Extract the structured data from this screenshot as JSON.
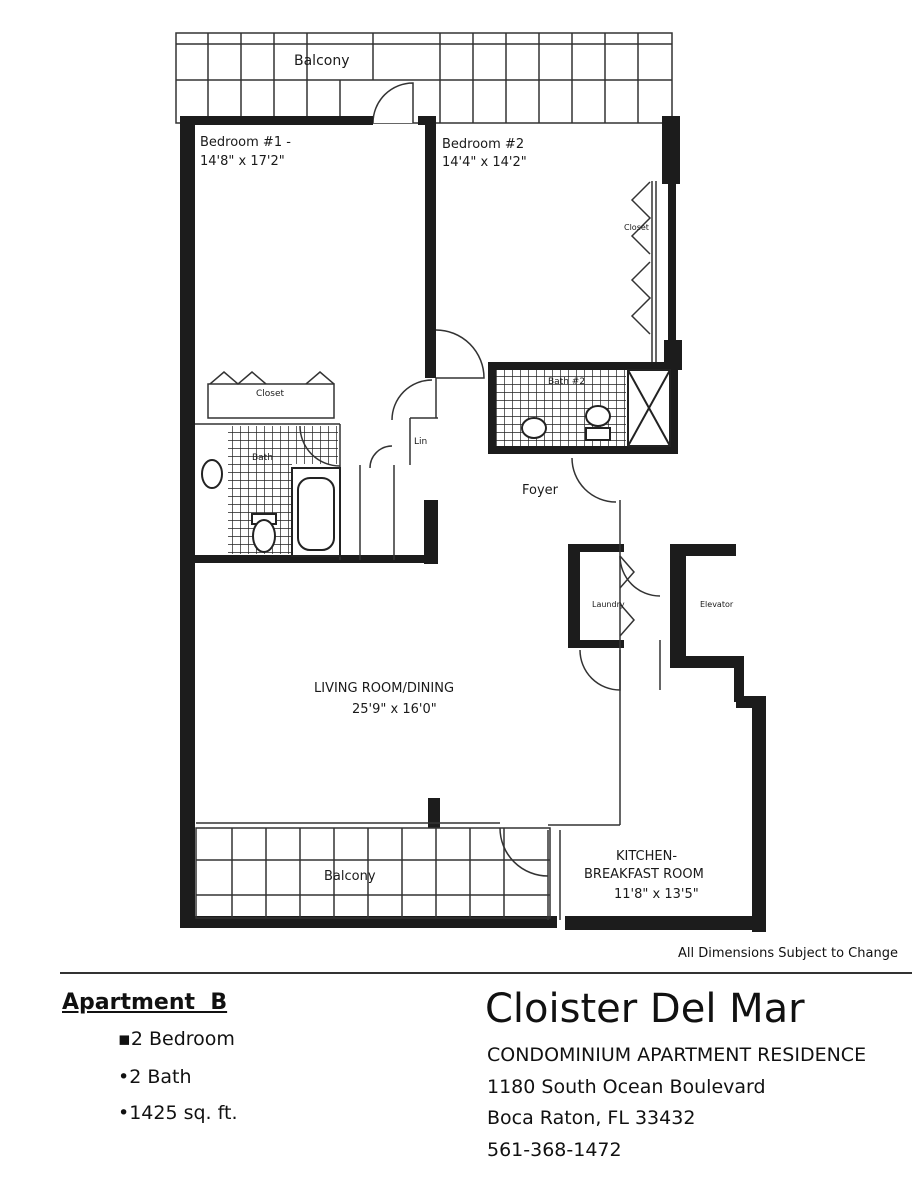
{
  "floorplan": {
    "rooms": {
      "balcony_top": "Balcony",
      "bedroom1_name": "Bedroom #1 -",
      "bedroom1_size": "14'8\" x 17'2\"",
      "bedroom2_name": "Bedroom #2",
      "bedroom2_size": "14'4\" x 14'2\"",
      "closet_b2": "Closet",
      "closet_b1": "Closet",
      "bath1": "Bath",
      "bath2": "Bath #2",
      "linen": "Lin",
      "foyer": "Foyer",
      "laundry": "Laundry",
      "elevator": "Elevator",
      "living_name": "LIVING ROOM/DINING",
      "living_size": "25'9\" x 16'0\"",
      "balcony_bottom": "Balcony",
      "kitchen_name1": "KITCHEN-",
      "kitchen_name2": "BREAKFAST ROOM",
      "kitchen_size": "11'8\" x 13'5\""
    },
    "disclaimer": "All Dimensions Subject to Change"
  },
  "apartment": {
    "title": "Apartment  B",
    "features": [
      "▪2 Bedroom",
      "•2 Bath",
      "•1425 sq. ft."
    ]
  },
  "property": {
    "name": "Cloister Del Mar",
    "subtitle": "CONDOMINIUM APARTMENT RESIDENCE",
    "address1": "1180 South Ocean Boulevard",
    "address2": "Boca Raton, FL 33432",
    "phone": "561-368-1472"
  },
  "colors": {
    "wall": "#1c1c1c",
    "line": "#333333",
    "paper": "#ffffff"
  }
}
